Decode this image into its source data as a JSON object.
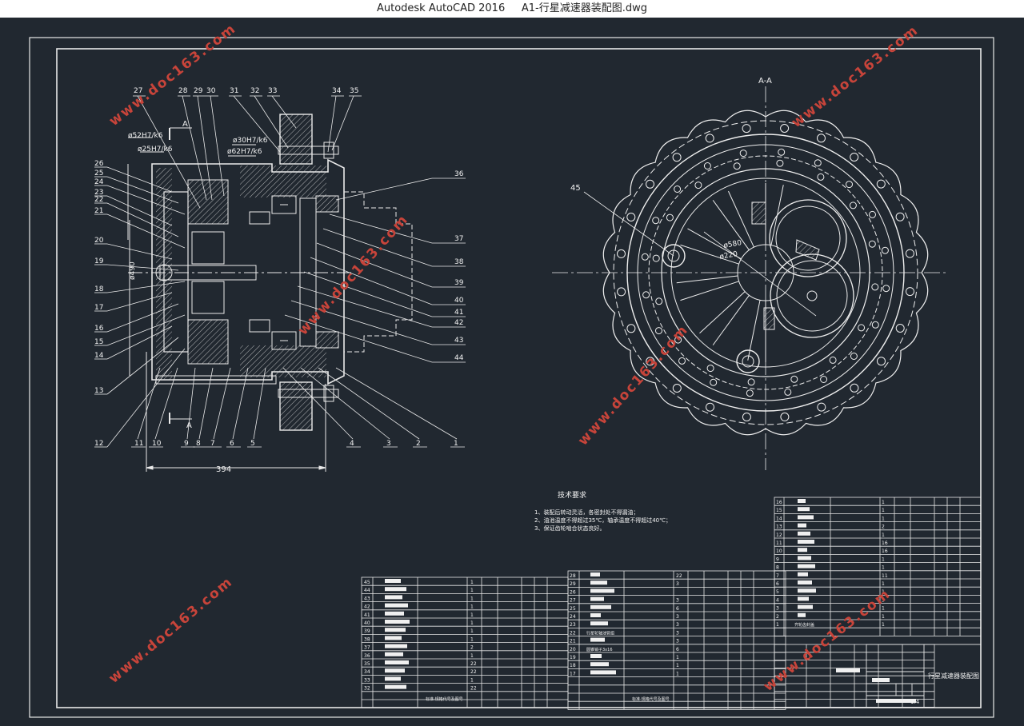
{
  "window": {
    "app": "Autodesk AutoCAD 2016",
    "file": "A1-行星减速器装配图.dwg"
  },
  "section_label": "A-A",
  "cut_label": "A",
  "dimensions": {
    "overall": "394",
    "d52": "ø52H7/k6",
    "d25": "ø25H7/k6",
    "d30": "ø30H7/k6",
    "d62": "ø62H7/k6",
    "d490": "ø490",
    "d580": "ø580",
    "d220": "ø220"
  },
  "callouts_left_top": [
    "27",
    "28",
    "29",
    "30",
    "31",
    "32",
    "33",
    "34",
    "35"
  ],
  "callouts_left_side": [
    "26",
    "25",
    "24",
    "23",
    "22",
    "21",
    "20",
    "19",
    "18",
    "17",
    "16",
    "15",
    "14",
    "13",
    "12"
  ],
  "callouts_bottom": [
    "11",
    "10",
    "9",
    "8",
    "7",
    "6",
    "5",
    "4",
    "3",
    "2",
    "1"
  ],
  "callouts_right": [
    "36",
    "37",
    "38",
    "39",
    "40",
    "41",
    "42",
    "43",
    "44"
  ],
  "callout_section": "45",
  "notes": {
    "title": "技术要求",
    "lines": [
      "1、装配后转动灵活，各密封处不得漏油；",
      "2、油池温度不得超过35℃，轴承温度不得超过40℃；",
      "3、保证齿轮啮合状态良好。"
    ]
  },
  "bom_left": {
    "rows": [
      "45",
      "44",
      "43",
      "42",
      "41",
      "40",
      "39",
      "38",
      "37",
      "36",
      "35",
      "34",
      "33",
      "32"
    ],
    "qty": [
      "1",
      "1",
      "1",
      "1",
      "1",
      "1",
      "1",
      "1",
      "2",
      "1",
      "22",
      "22",
      "1",
      "22"
    ],
    "header_label": "标准·规格代号及图号"
  },
  "bom_mid": {
    "rows": [
      "28",
      "29",
      "26",
      "27",
      "25",
      "24",
      "23",
      "22",
      "21",
      "20",
      "19",
      "18",
      "17"
    ],
    "qty": [
      "22",
      "3",
      "",
      "3",
      "6",
      "3",
      "3",
      "3",
      "3",
      "6",
      "1",
      "1",
      "1"
    ],
    "notes": {
      "22": "行星轮轴油管组",
      "20": "圆锥销子3x16"
    },
    "header_label": "标准·规格代号及图号"
  },
  "bom_right": {
    "rows": [
      "16",
      "15",
      "14",
      "13",
      "12",
      "11",
      "10",
      "9",
      "8",
      "7",
      "6",
      "5",
      "4",
      "3",
      "2",
      "1"
    ],
    "qty": [
      "1",
      "1",
      "1",
      "2",
      "1",
      "16",
      "16",
      "1",
      "1",
      "11",
      "1",
      "1",
      "3",
      "1",
      "1",
      "1"
    ],
    "notes": {
      "1": "齐轮齿封盖"
    }
  },
  "title_block": {
    "name": "行星减速器装配图",
    "code": "1:4"
  },
  "watermark": "www.doc163.com"
}
